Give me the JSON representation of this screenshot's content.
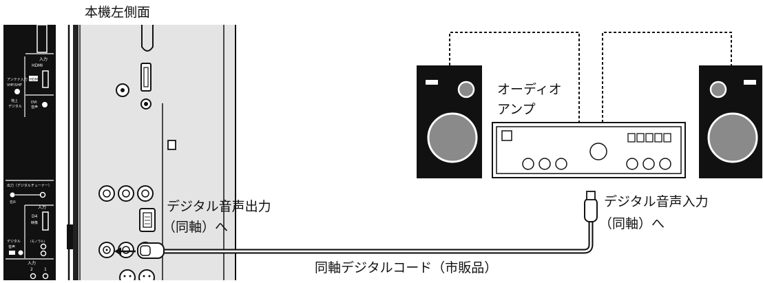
{
  "labels": {
    "side_title": "本機左側面",
    "amp_line1": "オーディオ",
    "amp_line2": "アンプ",
    "out_line1": "デジタル音声出力",
    "out_line2": "（同軸）へ",
    "in_line1": "デジタル音声入力",
    "in_line2": "（同軸）へ",
    "cable": "同軸デジタルコード（市販品）"
  },
  "panel_text": {
    "input_top": "入力",
    "hdmi_small": "HDMI",
    "antenna": "アンテナ入力",
    "vhf": "VHF/UHF",
    "terrestrial_1": "地上",
    "terrestrial_2": "デジタル",
    "hdmi_port": "HDMI",
    "dvi_1": "DVI",
    "dvi_2": "音声",
    "output_digital": "出力（デジタルチューナー）",
    "digital_out": "音声",
    "input_mid": "入力",
    "d4": "D4",
    "d4_sub": "映像",
    "digital_audio_1": "デジタル",
    "digital_audio_2": "音声",
    "monaural": "(モノラル)",
    "input_bottom": "入力",
    "num_2": "2",
    "num_1": "1"
  }
}
